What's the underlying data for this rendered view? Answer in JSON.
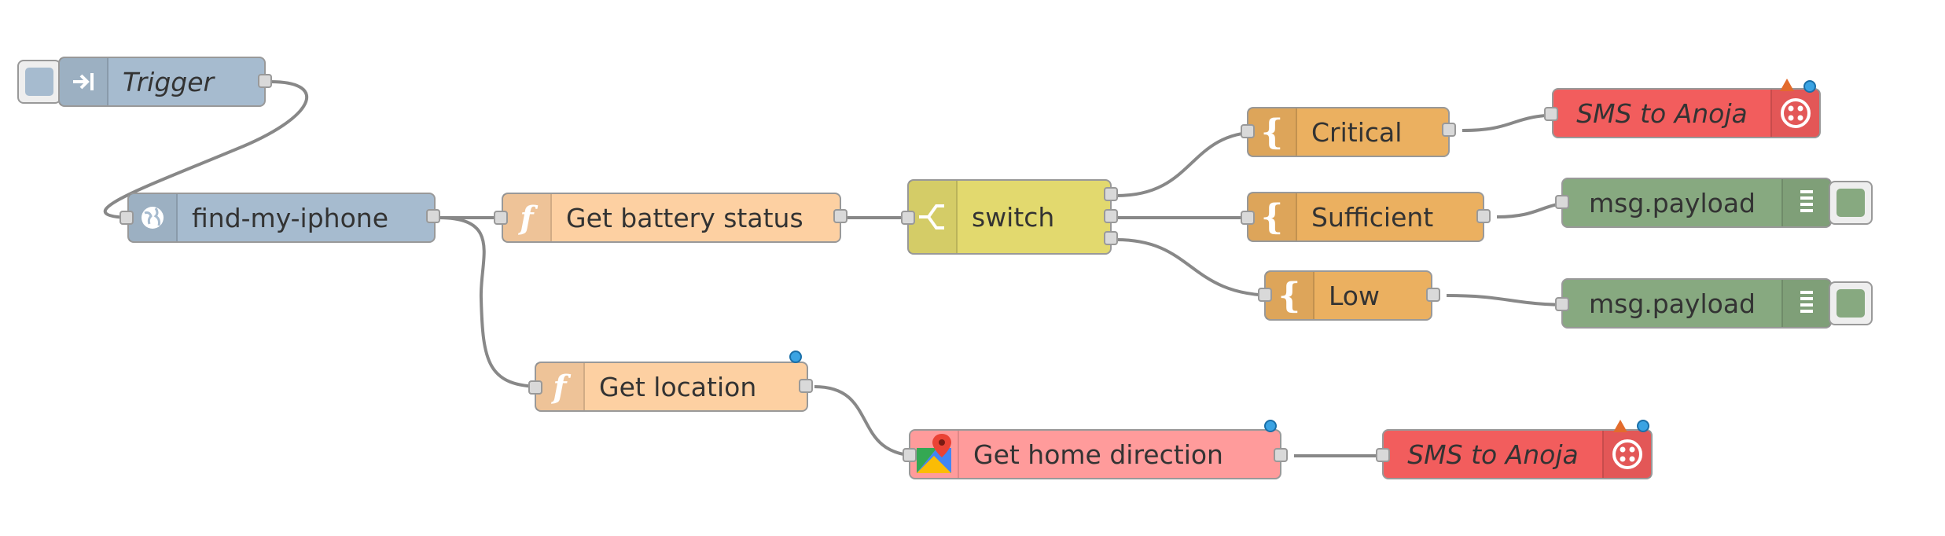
{
  "colors": {
    "inject": "#a6bbcf",
    "function": "#fdd0a2",
    "switch": "#e2d96e",
    "template": "#ebb060",
    "twilio": "#f25d5d",
    "debug": "#87a980",
    "maps": "#ff9b9b",
    "wire": "#888888",
    "status_blue": "#3aa3e3"
  },
  "nodes": {
    "trigger": {
      "label": "Trigger",
      "icon": "arrow-inject-icon"
    },
    "find_my_iphone": {
      "label": "find-my-iphone",
      "icon": "globe-icon"
    },
    "get_battery_status": {
      "label": "Get battery status",
      "icon": "function-icon"
    },
    "switch": {
      "label": "switch",
      "icon": "switch-icon"
    },
    "critical": {
      "label": "Critical",
      "icon": "template-brace-icon"
    },
    "sufficient": {
      "label": "Sufficient",
      "icon": "template-brace-icon"
    },
    "low": {
      "label": "Low",
      "icon": "template-brace-icon"
    },
    "sms_top": {
      "label": "SMS to Anoja",
      "icon": "twilio-icon"
    },
    "debug_1": {
      "label": "msg.payload",
      "icon": "debug-list-icon"
    },
    "debug_2": {
      "label": "msg.payload",
      "icon": "debug-list-icon"
    },
    "get_location": {
      "label": "Get location",
      "icon": "function-icon"
    },
    "get_home_direction": {
      "label": "Get home direction",
      "icon": "google-maps-icon"
    },
    "sms_bottom": {
      "label": "SMS to Anoja",
      "icon": "twilio-icon"
    }
  }
}
